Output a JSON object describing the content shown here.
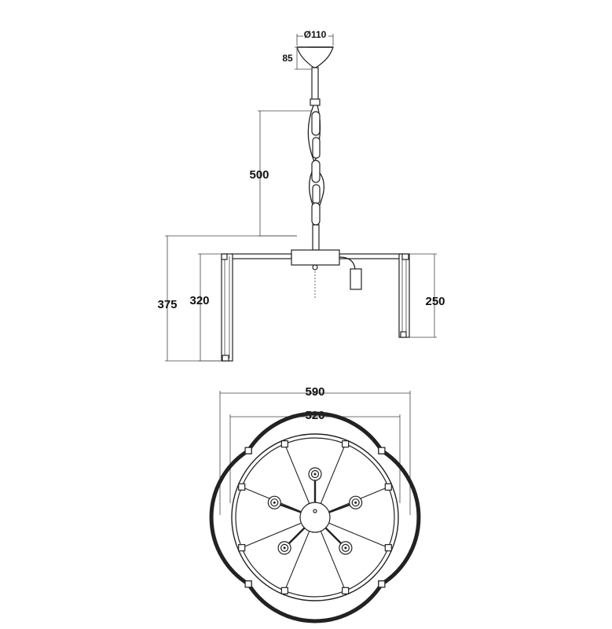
{
  "dimensions": {
    "canopy_diameter": "Ø110",
    "canopy_height": "85",
    "chain_length": "500",
    "total_height": "375",
    "outer_rod_height": "320",
    "inner_rod_height": "250",
    "outer_diameter": "590",
    "inner_diameter": "520"
  },
  "colors": {
    "line": "#222222",
    "background": "#ffffff"
  }
}
